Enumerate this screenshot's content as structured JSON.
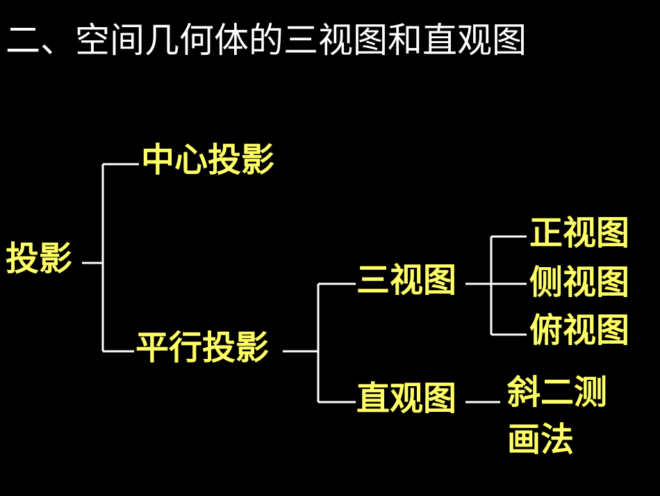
{
  "title": "二、空间几何体的三视图和直观图",
  "colors": {
    "background": "#000000",
    "title": "#ffffff",
    "node_text": "#ffff66",
    "lines": "#ffffff"
  },
  "tree": {
    "root": "投影",
    "central_projection": "中心投影",
    "parallel_projection": "平行投影",
    "three_views": "三视图",
    "front_view": "正视图",
    "side_view": "侧视图",
    "top_view": "俯视图",
    "intuitive_view": "直观图",
    "oblique_method_line1": "斜二测",
    "oblique_method_line2": "画法"
  }
}
